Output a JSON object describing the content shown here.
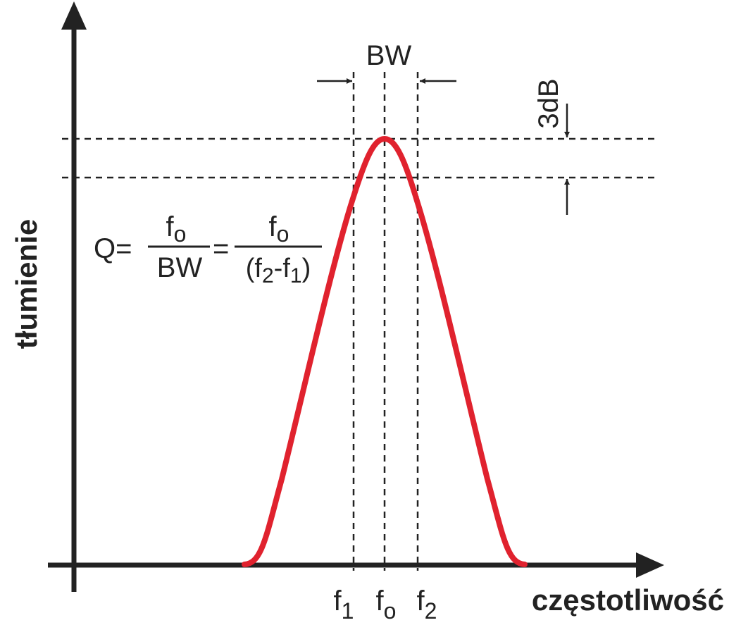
{
  "axes": {
    "y_label": "tłumienie",
    "x_label": "częstotliwość"
  },
  "bandwidth": {
    "label": "BW",
    "level_label": "3dB"
  },
  "ticks": {
    "f1": {
      "base": "f",
      "sub": "1"
    },
    "f0": {
      "base": "f",
      "sub": "o"
    },
    "f2": {
      "base": "f",
      "sub": "2"
    }
  },
  "formula": {
    "lhs": "Q=",
    "frac1_num_base": "f",
    "frac1_num_sub": "o",
    "frac1_den": "BW",
    "equals": "=",
    "frac2_num_base": "f",
    "frac2_num_sub": "o",
    "frac2_den_open": "(f",
    "frac2_den_sub1": "2",
    "frac2_den_mid": "-f",
    "frac2_den_sub2": "1",
    "frac2_den_close": ")"
  },
  "colors": {
    "curve": "#e0222e",
    "axis": "#222222",
    "guide": "#222222"
  }
}
